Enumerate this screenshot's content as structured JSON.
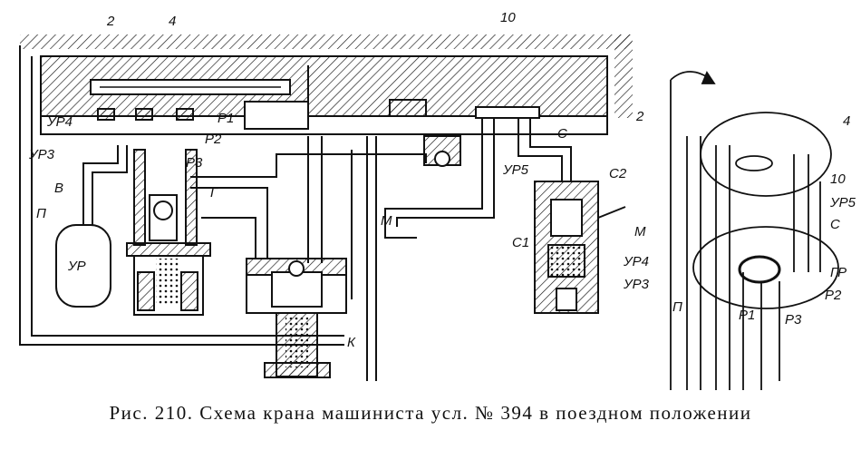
{
  "caption": "Рис. 210. Схема крана машиниста усл. № 394 в поездном положении",
  "labels": {
    "n2": "2",
    "n4": "4",
    "n10": "10",
    "ur4": "УР4",
    "ur3": "УР3",
    "p1": "Р1",
    "p2": "Р2",
    "p3": "Р3",
    "ur5": "УР5",
    "s": "С",
    "s1": "С1",
    "s2": "С2",
    "v": "В",
    "p": "П",
    "g": "Г",
    "m": "М",
    "k": "К",
    "ur": "УР"
  },
  "right_labels": {
    "n2": "2",
    "n4": "4",
    "n10": "10",
    "ur5": "УР5",
    "s": "С",
    "m": "М",
    "gr": "ГР",
    "ur4": "УР4",
    "ur3": "УР3",
    "p2": "Р2",
    "p1": "Р1",
    "p3": "Р3",
    "p": "П"
  }
}
